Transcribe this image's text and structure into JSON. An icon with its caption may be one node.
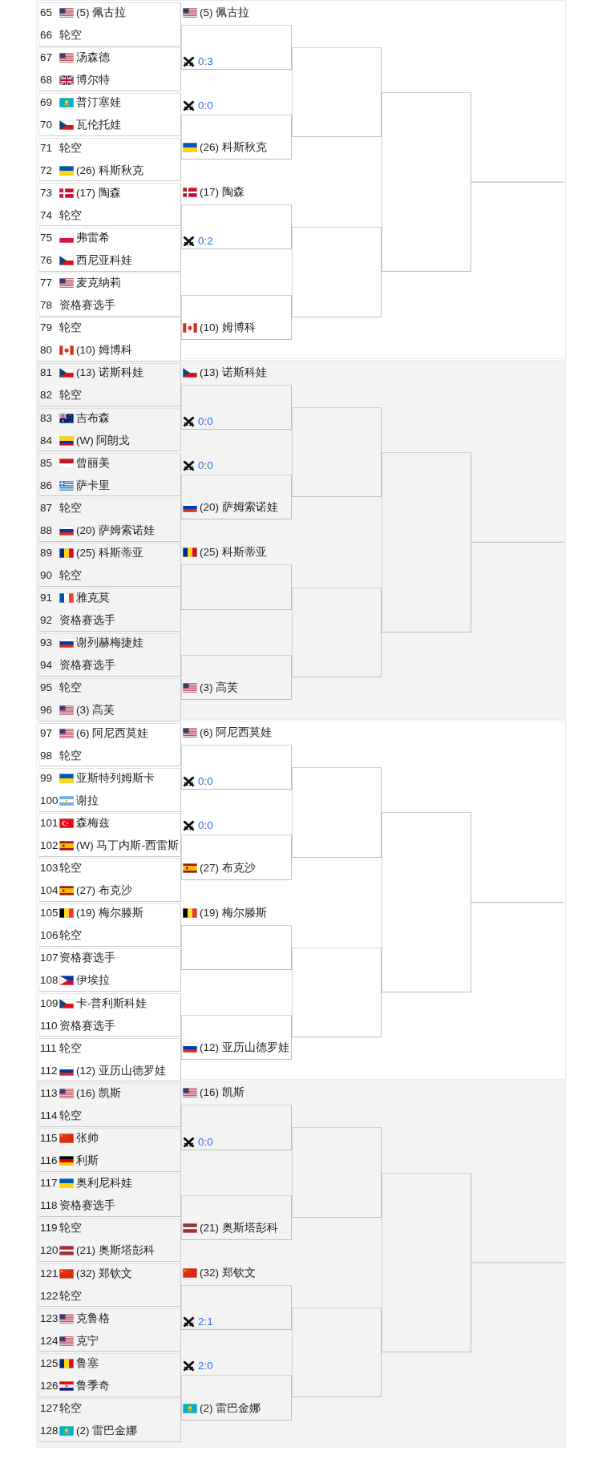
{
  "diagram": {
    "nodes": [
      {
        "text": [
          "65",
          "(5) 佩古拉",
          "66",
          "轮空"
        ]
      },
      {
        "text": [
          "67",
          "汤森德",
          "68",
          "博尔特"
        ]
      },
      {
        "text": [
          "69",
          "普汀塞娃",
          "70",
          "瓦伦托娃"
        ]
      },
      {
        "text": [
          "71",
          "轮空",
          "72",
          "(26) 科斯秋克"
        ]
      },
      {
        "text": [
          "73",
          "(17) 陶森",
          "74",
          "轮空"
        ]
      },
      {
        "text": [
          "75",
          "弗雷希",
          "76",
          "西尼亚科娃"
        ]
      },
      {
        "text": [
          "77",
          "麦克纳莉",
          "78",
          "资格赛选手"
        ]
      },
      {
        "text": [
          "79",
          "轮空",
          "80",
          "(10) 姆博科"
        ]
      },
      {
        "text": [
          "81",
          "(13) 诺斯科娃",
          "82",
          "轮空"
        ]
      },
      {
        "text": [
          "83",
          "吉布森",
          "84",
          "(W) 阿朗戈"
        ]
      },
      {
        "text": [
          "85",
          "曾丽美",
          "86",
          "萨卡里"
        ]
      },
      {
        "text": [
          "87",
          "轮空",
          "88",
          "(20) 萨姆索诺娃"
        ]
      },
      {
        "text": [
          "89",
          "(25) 科斯蒂亚",
          "90",
          "轮空"
        ]
      },
      {
        "text": [
          "91",
          "雅克莫",
          "92",
          "资格赛选手"
        ]
      },
      {
        "text": [
          "93",
          "谢列赫梅捷娃",
          "94",
          "资格赛选手"
        ]
      },
      {
        "text": [
          "95",
          "轮空",
          "96",
          "(3) 高芙"
        ]
      },
      {
        "text": [
          "97",
          "(6) 阿尼西莫娃",
          "98",
          "轮空"
        ]
      },
      {
        "text": [
          "99",
          "亚斯特列姆斯卡",
          "100",
          "谢拉"
        ]
      },
      {
        "text": [
          "101",
          "森梅兹",
          "102",
          "(W) 马丁内斯-西雷斯"
        ]
      },
      {
        "text": [
          "103",
          "轮空",
          "104",
          "(27) 布克沙"
        ]
      },
      {
        "text": [
          "105",
          "(19) 梅尔滕斯",
          "106",
          "轮空"
        ]
      },
      {
        "text": [
          "107",
          "资格赛选手",
          "108",
          "伊埃拉"
        ]
      },
      {
        "text": [
          "109",
          "卡-普利斯科娃",
          "110",
          "资格赛选手"
        ]
      },
      {
        "text": [
          "111",
          "轮空",
          "112",
          "(12) 亚历山德罗娃"
        ]
      },
      {
        "text": [
          "113",
          "(16) 凯斯",
          "114",
          "轮空"
        ]
      },
      {
        "text": [
          "115",
          "张帅",
          "116",
          "利斯"
        ]
      },
      {
        "text": [
          "117",
          "奥利尼科娃",
          "118",
          "资格赛选手"
        ]
      },
      {
        "text": [
          "119",
          "轮空",
          "120",
          "(21) 奥斯塔彭科"
        ]
      },
      {
        "text": [
          "121",
          "(32) 郑钦文",
          "122",
          "轮空"
        ]
      },
      {
        "text": [
          "123",
          "克鲁格",
          "124",
          "克宁"
        ]
      },
      {
        "text": [
          "125",
          "鲁塞",
          "126",
          "鲁季奇"
        ]
      },
      {
        "text": [
          "127",
          "轮空",
          "128",
          "(2) 雷巴金娜"
        ]
      },
      {
        "text": [
          "(5) 佩古拉",
          "0:3"
        ]
      },
      {
        "text": [
          "0:0",
          "(26) 科斯秋克"
        ]
      },
      {
        "text": [
          "(17) 陶森",
          "0:2"
        ]
      },
      {
        "text": [
          "(10) 姆博科"
        ]
      },
      {
        "text": [
          "(13) 诺斯科娃",
          "0:0"
        ]
      },
      {
        "text": [
          "0:0",
          "(20) 萨姆索诺娃"
        ]
      },
      {
        "text": [
          "(25) 科斯蒂亚"
        ]
      },
      {
        "text": [
          "(3) 高芙"
        ]
      },
      {
        "text": [
          "(6) 阿尼西莫娃",
          "0:0"
        ]
      },
      {
        "text": [
          "0:0",
          "(27) 布克沙"
        ]
      },
      {
        "text": [
          "(19) 梅尔滕斯"
        ]
      },
      {
        "text": [
          "(12) 亚历山德罗娃"
        ]
      },
      {
        "text": [
          "(16) 凯斯",
          "0:0"
        ]
      },
      {
        "text": [
          "(21) 奥斯塔彭科"
        ]
      },
      {
        "text": [
          "(32) 郑钦文",
          "2:1"
        ]
      },
      {
        "text": [
          "2:0",
          "(2) 雷巴金娜"
        ]
      },
      {
        "text": [],
        "shape": "box"
      },
      {
        "text": [],
        "shape": "box"
      },
      {
        "text": [],
        "shape": "box"
      },
      {
        "text": [],
        "shape": "box"
      },
      {
        "text": [],
        "shape": "box"
      },
      {
        "text": [],
        "shape": "box"
      },
      {
        "text": [],
        "shape": "box"
      },
      {
        "text": [],
        "shape": "box"
      },
      {
        "text": [],
        "shape": "box"
      },
      {
        "text": [],
        "shape": "box"
      },
      {
        "text": [],
        "shape": "box"
      },
      {
        "text": [],
        "shape": "box"
      }
    ],
    "edges": [
      {
        "from": 56,
        "to": null,
        "arrow": "none"
      },
      {
        "from": 57,
        "to": null,
        "arrow": "none"
      },
      {
        "from": 58,
        "to": null,
        "arrow": "none"
      },
      {
        "from": 59,
        "to": null,
        "arrow": "none"
      }
    ]
  }
}
